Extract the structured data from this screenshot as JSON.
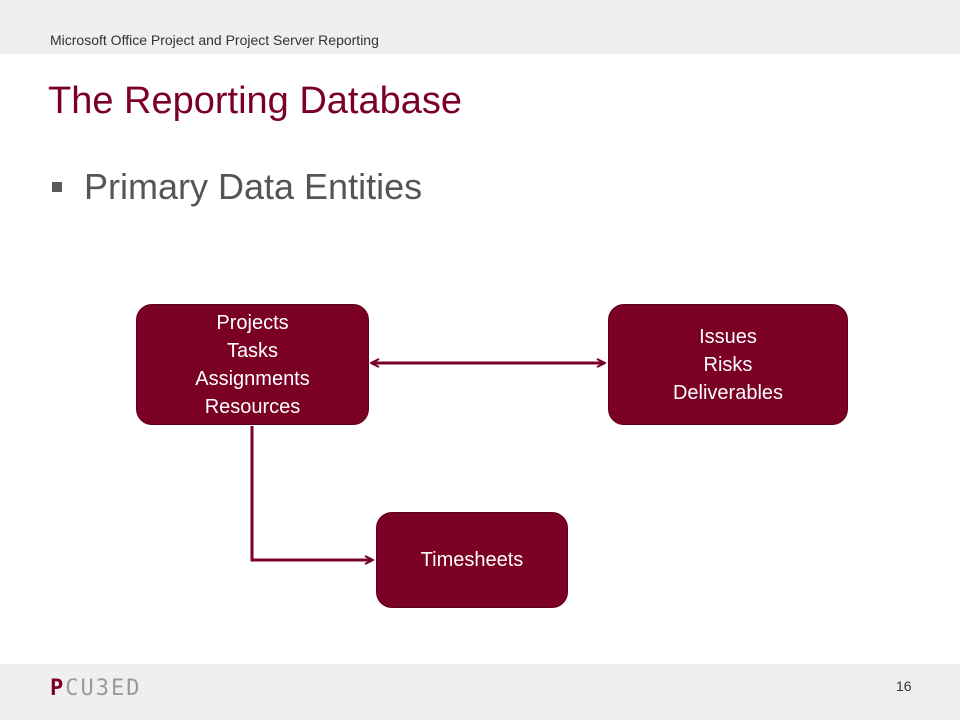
{
  "header": {
    "text": "Microsoft Office Project and Project Server Reporting"
  },
  "slide": {
    "title": "The Reporting Database",
    "bullet": "Primary Data Entities"
  },
  "diagram": {
    "box_color": "#7a0026",
    "connector_color": "#7a0026",
    "nodes": {
      "projects": {
        "lines": [
          "Projects",
          "Tasks",
          "Assignments",
          "Resources"
        ]
      },
      "issues": {
        "lines": [
          "Issues",
          "Risks",
          "Deliverables"
        ]
      },
      "timesheets": {
        "lines": [
          "Timesheets"
        ]
      }
    },
    "edges": [
      {
        "from": "projects",
        "to": "issues",
        "direction": "bidirectional"
      },
      {
        "from": "projects",
        "to": "timesheets",
        "direction": "forward"
      }
    ]
  },
  "footer": {
    "logo_text": "PCU3ED",
    "page_number": "16"
  }
}
